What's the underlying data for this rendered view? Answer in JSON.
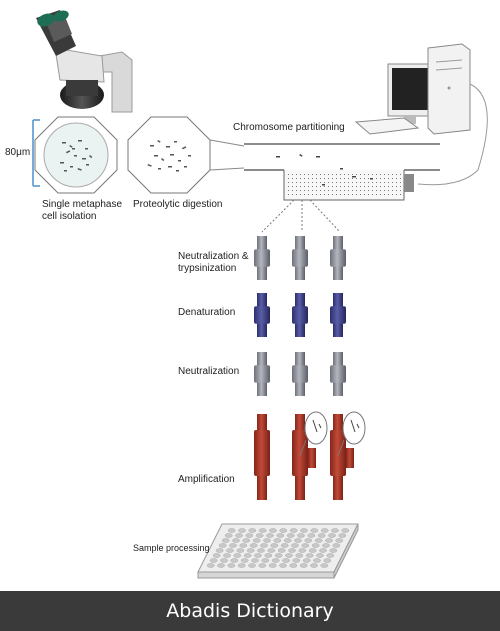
{
  "labels": {
    "scale": "80μm",
    "single_metaphase_line1": "Single metaphase",
    "single_metaphase_line2": "cell isolation",
    "proteolytic": "Proteolytic digestion",
    "partitioning": "Chromosome partitioning",
    "neutralization_trypsin_line1": "Neutralization &",
    "neutralization_trypsin_line2": "trypsinization",
    "denaturation": "Denaturation",
    "neutralization": "Neutralization",
    "amplification": "Amplification",
    "sample_processing": "Sample processing"
  },
  "footer": {
    "watermark": "Abadis Dictionary"
  },
  "colors": {
    "tube_gray": "#8a8c96",
    "tube_blue": "#3a3e86",
    "tube_red": "#a53426",
    "outline": "#555555",
    "scale_bar": "#4a90c8"
  },
  "icons": [
    "microscope-icon",
    "computer-icon",
    "petri-dish-icon",
    "microfluidic-channel-icon",
    "well-plate-icon"
  ]
}
